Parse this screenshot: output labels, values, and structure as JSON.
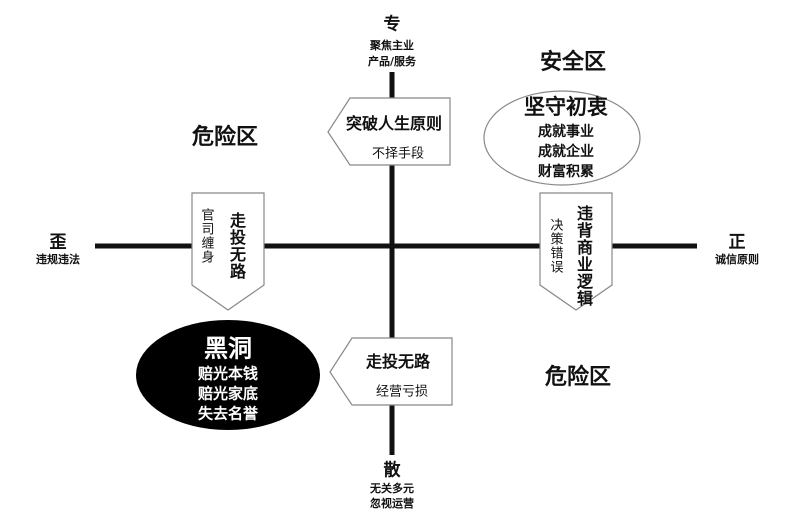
{
  "axes": {
    "top": {
      "label": "专",
      "line1": "聚焦主业",
      "line2": "产品/服务"
    },
    "bottom": {
      "label": "散",
      "line1": "无关多元",
      "line2": "忽视运营"
    },
    "left": {
      "label": "歪",
      "line1": "违规违法"
    },
    "right": {
      "label": "正",
      "line1": "诚信原则"
    }
  },
  "zones": {
    "safe": "安全区",
    "danger_top_left": "危险区",
    "danger_bottom_right": "危险区"
  },
  "arrows": {
    "top": {
      "title": "突破人生原则",
      "sub": "不择手段"
    },
    "bottom": {
      "title": "走投无路",
      "sub": "经营亏损"
    },
    "left": {
      "title": "走投无路",
      "sub": "官司缠身"
    },
    "right": {
      "title": "违背商业逻辑",
      "sub": "决策错误"
    }
  },
  "ellipses": {
    "good": {
      "title": "坚守初衷",
      "lines": [
        "成就事业",
        "成就企业",
        "财富积累"
      ]
    },
    "black_hole": {
      "title": "黑洞",
      "lines": [
        "赔光本钱",
        "赔光家底",
        "失去名誉"
      ]
    }
  },
  "colors": {
    "ink": "#111111",
    "outline": "#888888"
  }
}
